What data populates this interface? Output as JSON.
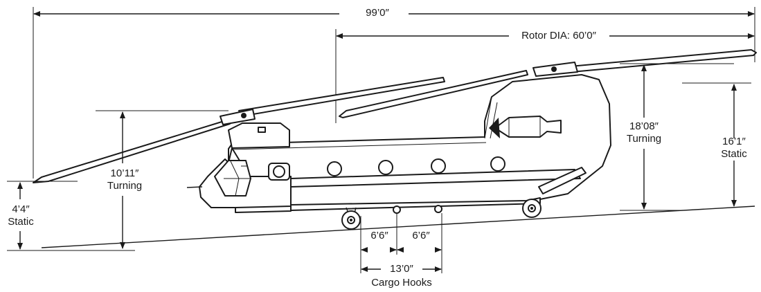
{
  "dimensions": {
    "overall_length": "99’0″",
    "rotor_diameter": "Rotor DIA: 60’0″",
    "front_height": "10’11″",
    "front_height_note": "Turning",
    "rear_height": "18’08″",
    "rear_height_note": "Turning",
    "rear_static_height": "16’1″",
    "rear_static_note": "Static",
    "nose_height": "4’4″",
    "nose_height_note": "Static",
    "hook_spacing_1": "6’6″",
    "hook_spacing_2": "6’6″",
    "hook_span": "13’0″",
    "hook_label": "Cargo Hooks"
  }
}
